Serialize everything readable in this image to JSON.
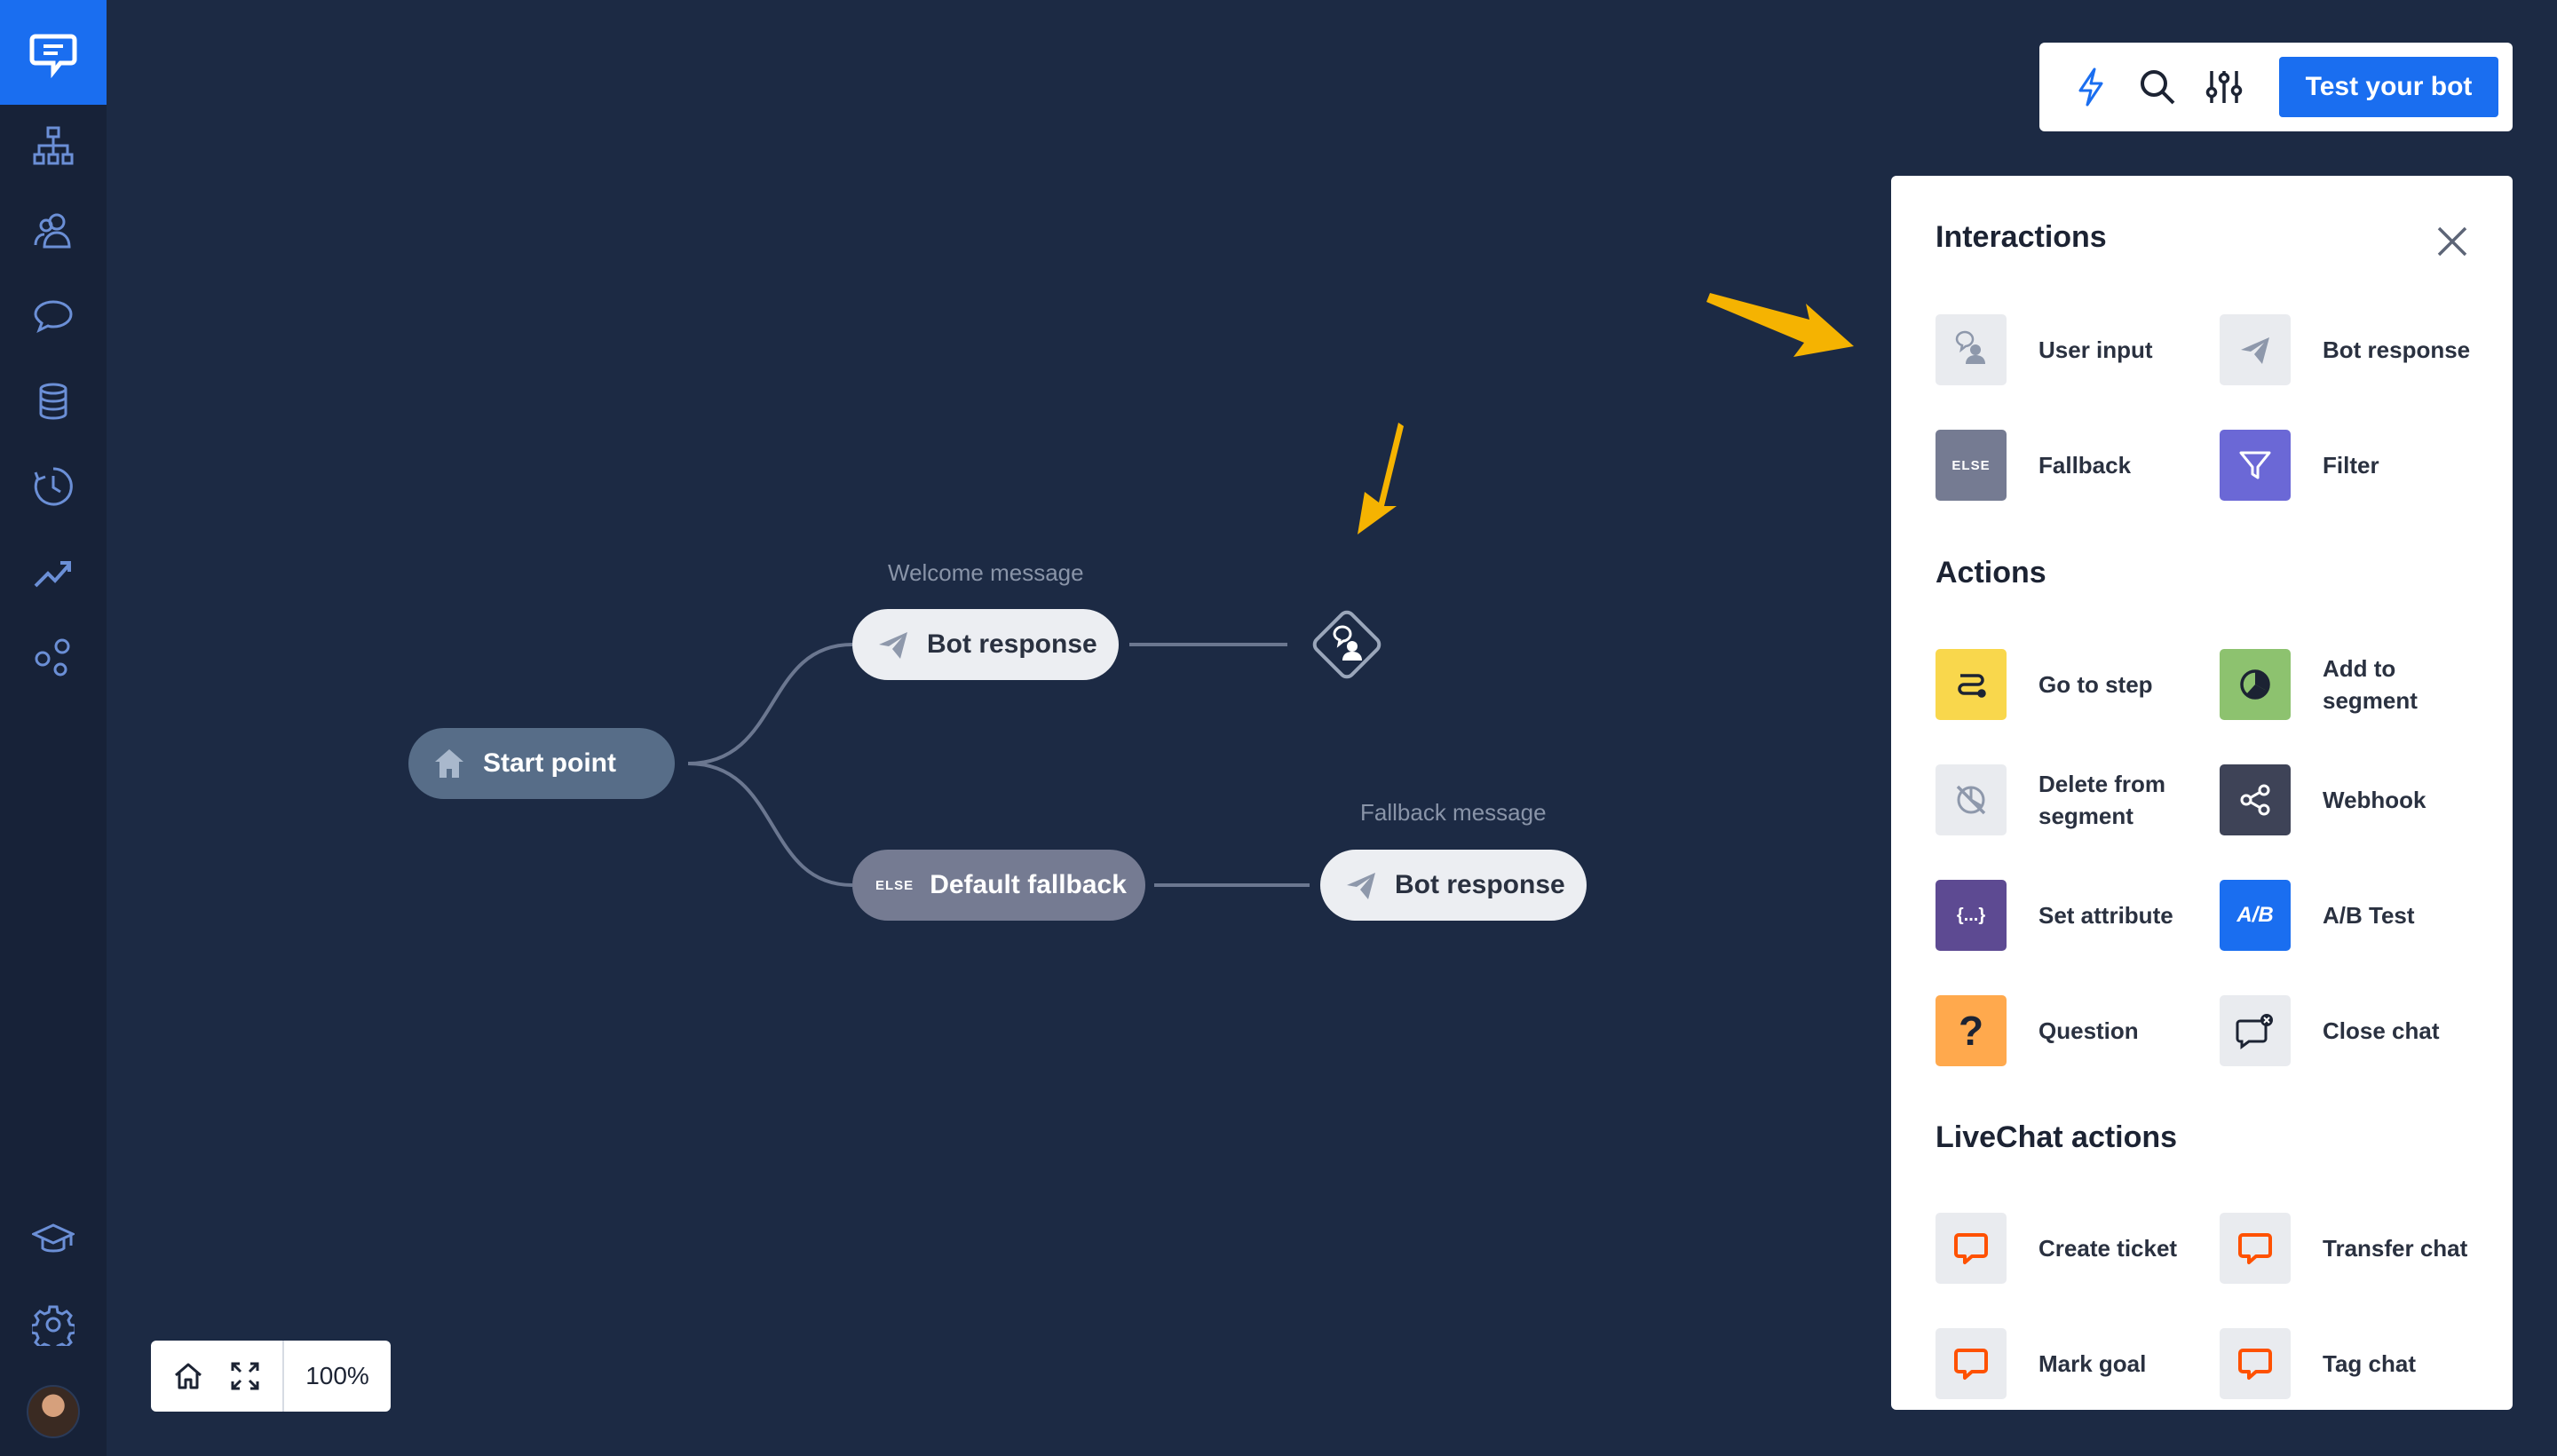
{
  "sidebar": {
    "logo": "livechat-logo-icon",
    "items": [
      {
        "name": "flows",
        "icon": "sitemap-icon"
      },
      {
        "name": "audience",
        "icon": "users-icon"
      },
      {
        "name": "chats",
        "icon": "chat-icon"
      },
      {
        "name": "data",
        "icon": "database-icon"
      },
      {
        "name": "history",
        "icon": "clock-icon"
      },
      {
        "name": "reports",
        "icon": "trending-icon"
      },
      {
        "name": "integrations",
        "icon": "bubbles-icon"
      },
      {
        "name": "learning",
        "icon": "graduation-cap-icon"
      },
      {
        "name": "settings",
        "icon": "gear-icon"
      }
    ]
  },
  "toolbar": {
    "test_label": "Test your bot",
    "icons": [
      "lightning-icon",
      "search-icon",
      "sliders-icon"
    ],
    "accent": "#1a6ef0"
  },
  "flow": {
    "start_label": "Start point",
    "welcome_caption": "Welcome message",
    "welcome_node": "Bot response",
    "fallback_node": "Default fallback",
    "else_tag": "ELSE",
    "fallback_caption": "Fallback message",
    "fallback_response": "Bot response"
  },
  "panel": {
    "interactions_title": "Interactions",
    "interactions": [
      {
        "label": "User input",
        "icon": "user-input-icon",
        "color": "#e9ebef"
      },
      {
        "label": "Bot response",
        "icon": "paper-plane-icon",
        "color": "#e9ebef"
      },
      {
        "label": "Fallback",
        "icon": "else-icon",
        "tag": "ELSE",
        "color": "#757b92"
      },
      {
        "label": "Filter",
        "icon": "funnel-icon",
        "color": "#6b68d6"
      }
    ],
    "actions_title": "Actions",
    "actions": [
      {
        "label": "Go to step",
        "icon": "route-icon",
        "color": "#f9d74c"
      },
      {
        "label": "Add to segment",
        "icon": "pie-icon",
        "color": "#8dc26f"
      },
      {
        "label": "Delete from segment",
        "icon": "pie-slash-icon",
        "color": "#e9ebef"
      },
      {
        "label": "Webhook",
        "icon": "share-icon",
        "color": "#3e4357"
      },
      {
        "label": "Set attribute",
        "icon": "braces-icon",
        "tag": "{...}",
        "color": "#5d4a92"
      },
      {
        "label": "A/B Test",
        "icon": "ab-icon",
        "tag": "A/B",
        "color": "#1a6ef0"
      },
      {
        "label": "Question",
        "icon": "question-icon",
        "tag": "?",
        "color": "#ffa94d"
      },
      {
        "label": "Close chat",
        "icon": "chat-close-icon",
        "color": "#e9ebef"
      }
    ],
    "livechat_title": "LiveChat actions",
    "livechat": [
      {
        "label": "Create ticket",
        "icon": "livechat-bubble-icon",
        "color": "#e9ebef"
      },
      {
        "label": "Transfer chat",
        "icon": "livechat-bubble-icon",
        "color": "#e9ebef"
      },
      {
        "label": "Mark goal",
        "icon": "livechat-bubble-icon",
        "color": "#e9ebef"
      },
      {
        "label": "Tag chat",
        "icon": "livechat-bubble-icon",
        "color": "#e9ebef"
      }
    ]
  },
  "zoom": {
    "value": "100%",
    "icons": [
      "home-icon",
      "fullscreen-icon"
    ]
  }
}
